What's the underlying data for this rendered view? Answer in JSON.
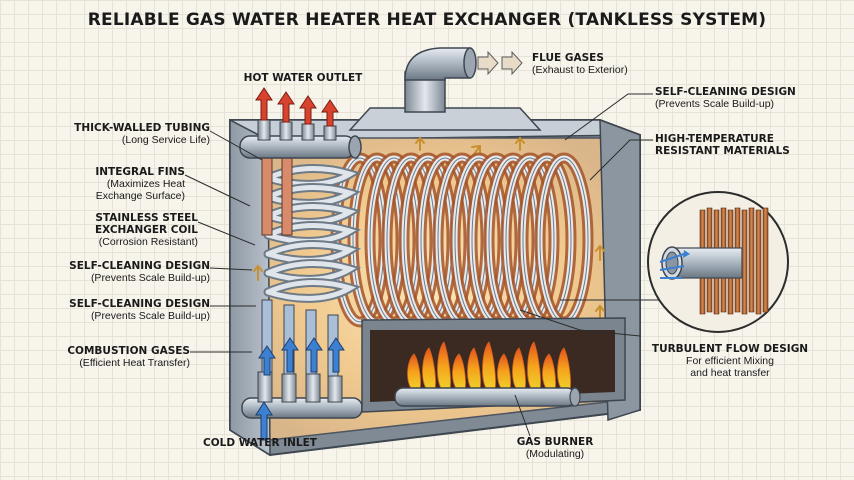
{
  "title": "RELIABLE GAS WATER HEATER HEAT EXCHANGER (TANKLESS SYSTEM)",
  "labels": {
    "hot_water_outlet": {
      "heading": "HOT WATER OUTLET"
    },
    "flue_gases": {
      "heading": "FLUE GASES",
      "sub": "(Exhaust to Exterior)"
    },
    "thick_walled_tubing": {
      "heading": "THICK-WALLED TUBING",
      "sub": "(Long Service Life)"
    },
    "integral_fins": {
      "heading": "INTEGRAL FINS",
      "sub_1": "(Maximizes Heat",
      "sub_2": "Exchange Surface)"
    },
    "stainless_coil": {
      "heading_1": "STAINLESS STEEL",
      "heading_2": "EXCHANGER COIL",
      "sub": "(Corrosion Resistant)"
    },
    "self_cleaning_left_1": {
      "heading": "SELF-CLEANING DESIGN",
      "sub": "(Prevents Scale Build-up)"
    },
    "self_cleaning_left_2": {
      "heading": "SELF-CLEANING DESIGN",
      "sub": "(Prevents Scale Build-up)"
    },
    "combustion_gases": {
      "heading": "COMBUSTION GASES",
      "sub": "(Efficient Heat Transfer)"
    },
    "cold_water_inlet": {
      "heading": "COLD WATER INLET"
    },
    "self_cleaning_right": {
      "heading": "SELF-CLEANING DESIGN",
      "sub": "(Prevents Scale Build-up)"
    },
    "high_temp": {
      "heading_1": "HIGH-TEMPERATURE",
      "heading_2": "RESISTANT MATERIALS"
    },
    "turbulent_flow": {
      "heading": "TURBULENT FLOW DESIGN",
      "sub_1": "For efficient Mixing",
      "sub_2": "and heat transfer"
    },
    "gas_burner": {
      "heading": "GAS BURNER",
      "sub": "(Modulating)"
    }
  },
  "colors": {
    "hot_water": "#d8432e",
    "cold_water": "#3d7fd0",
    "flame": "#f4a21c",
    "steel": "#b8c2cc",
    "copper": "#c8743c"
  }
}
